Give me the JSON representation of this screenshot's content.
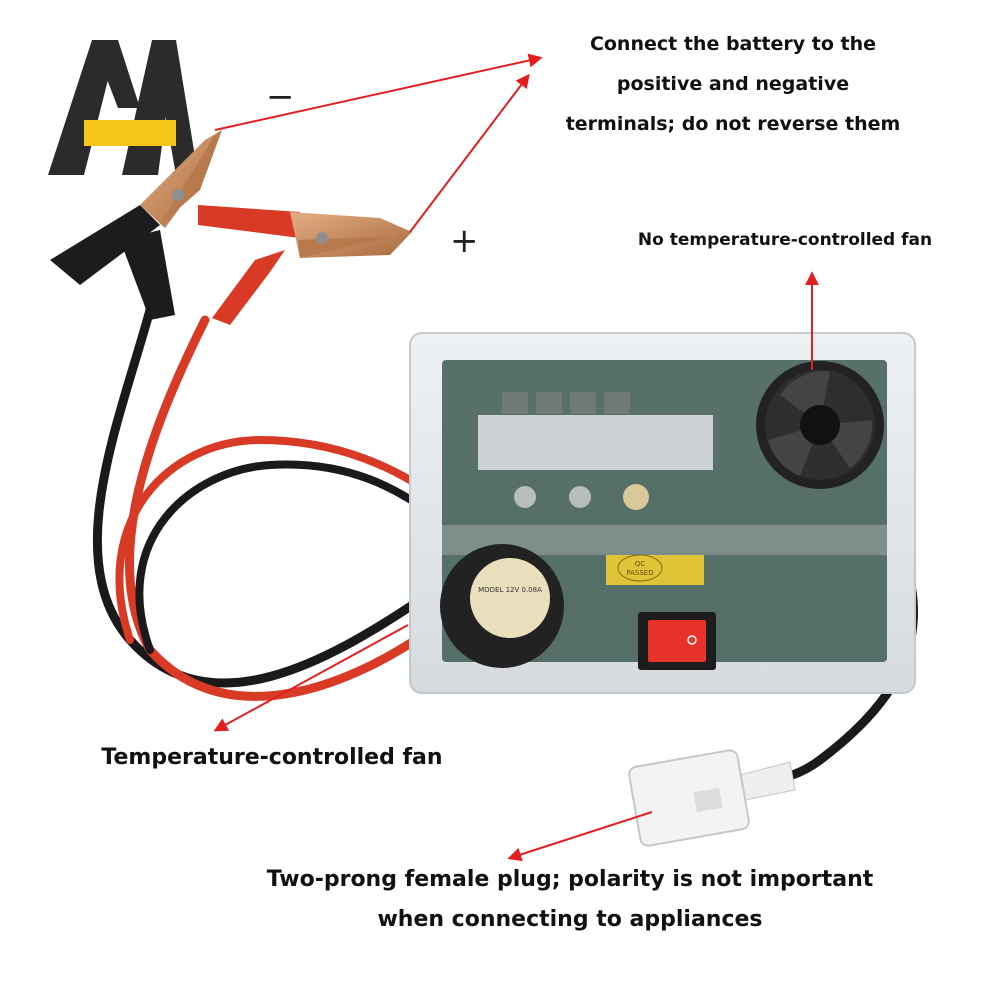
{
  "callouts": {
    "battery": [
      "Connect the battery to the",
      "positive and negative",
      "terminals; do not reverse them"
    ],
    "no_temp_fan": "No temperature-controlled fan",
    "temp_fan": "Temperature-controlled fan",
    "plug": [
      "Two-prong female plug; polarity is not important",
      "when connecting to appliances"
    ]
  },
  "polarity": {
    "negative": "−",
    "positive": "+"
  },
  "product_labels": {
    "fan_sticker": "MODEL 12V 0.08A",
    "qc_sticker": [
      "QC",
      "PASSED"
    ]
  },
  "colors": {
    "arrow": "#e31e1e",
    "cable_red": "#d93a25",
    "cable_black": "#1a1a1a",
    "clip_copper": "#c98a5a",
    "logo_gold": "#f5c519",
    "logo_dark": "#2b2b2b",
    "switch_red": "#e8322a"
  },
  "icons": [
    "logo-mark",
    "red-arrow",
    "cooling-fan",
    "rocker-switch",
    "alligator-clip",
    "female-plug"
  ]
}
